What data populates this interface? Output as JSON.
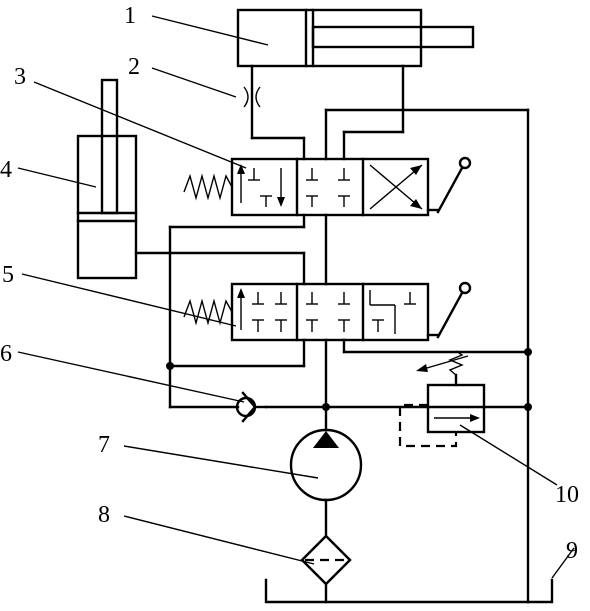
{
  "labels": [
    {
      "id": "1",
      "text": "1"
    },
    {
      "id": "2",
      "text": "2"
    },
    {
      "id": "3",
      "text": "3"
    },
    {
      "id": "4",
      "text": "4"
    },
    {
      "id": "5",
      "text": "5"
    },
    {
      "id": "6",
      "text": "6"
    },
    {
      "id": "7",
      "text": "7"
    },
    {
      "id": "8",
      "text": "8"
    },
    {
      "id": "9",
      "text": "9"
    },
    {
      "id": "10",
      "text": "10"
    }
  ],
  "colors": {
    "ink": "#000000",
    "paper": "#ffffff"
  }
}
